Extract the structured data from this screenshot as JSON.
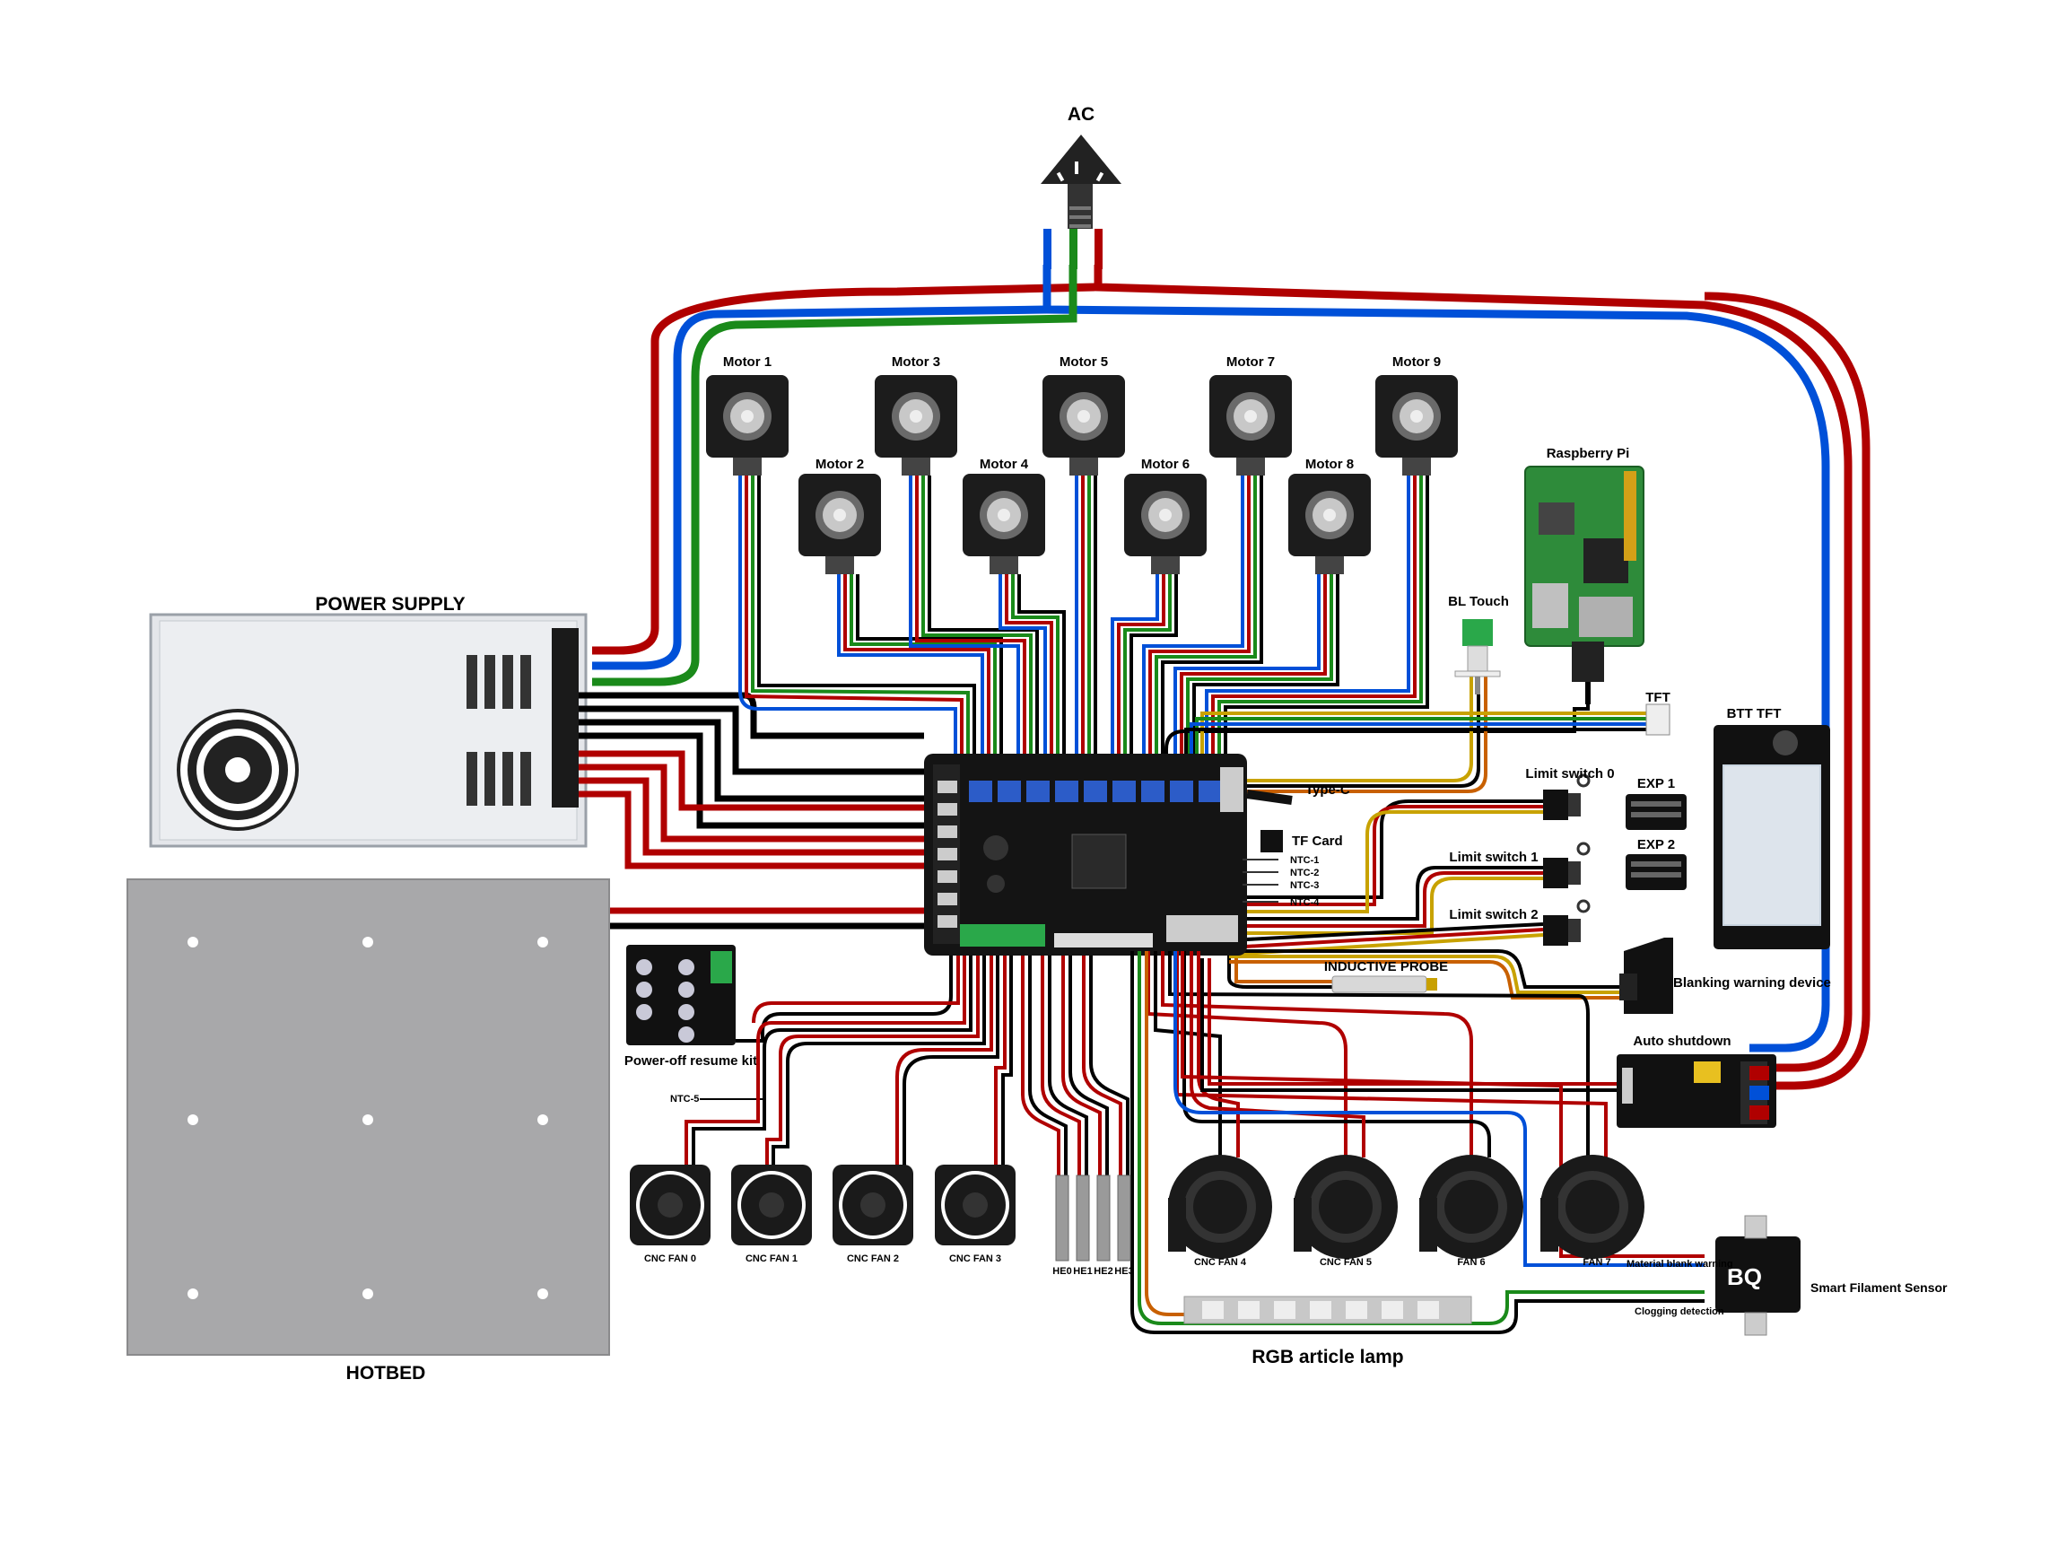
{
  "labels": {
    "ac": "AC",
    "power_supply": "POWER SUPPLY",
    "hotbed": "HOTBED",
    "power_off_resume": "Power-off resume kit",
    "ntc5": "NTC-5",
    "type_c": "Type-C",
    "tf_card": "TF Card",
    "ntc1": "NTC-1",
    "ntc2": "NTC-2",
    "ntc3": "NTC-3",
    "ntc4": "NTC-4",
    "raspberry_pi": "Raspberry Pi",
    "bl_touch": "BL Touch",
    "tft": "TFT",
    "btt_tft": "BTT TFT",
    "limit0": "Limit switch 0",
    "limit1": "Limit switch 1",
    "limit2": "Limit switch 2",
    "exp1": "EXP 1",
    "exp2": "EXP 2",
    "inductive_probe": "INDUCTIVE PROBE",
    "blanking_warning": "Blanking warning device",
    "auto_shutdown": "Auto shutdown",
    "material_blank": "Material blank warning",
    "clogging": "Clogging detection",
    "smart_filament": "Smart Filament Sensor",
    "rgb_lamp": "RGB article lamp",
    "he0": "HE0",
    "he1": "HE1",
    "he2": "HE2",
    "he3": "HE3"
  },
  "motors": [
    "Motor 1",
    "Motor 2",
    "Motor 3",
    "Motor 4",
    "Motor 5",
    "Motor 6",
    "Motor 7",
    "Motor 8",
    "Motor 9"
  ],
  "cnc_fans": [
    "CNC FAN 0",
    "CNC FAN 1",
    "CNC FAN 2",
    "CNC FAN 3"
  ],
  "blower_fans": [
    "CNC FAN 4",
    "CNC FAN 5",
    "FAN 6",
    "FAN 7"
  ],
  "colors": {
    "live": "#b00000",
    "neutral": "#0050d8",
    "earth": "#1a8a1a",
    "black": "#000000",
    "pcb_green": "#2e8b3a"
  }
}
